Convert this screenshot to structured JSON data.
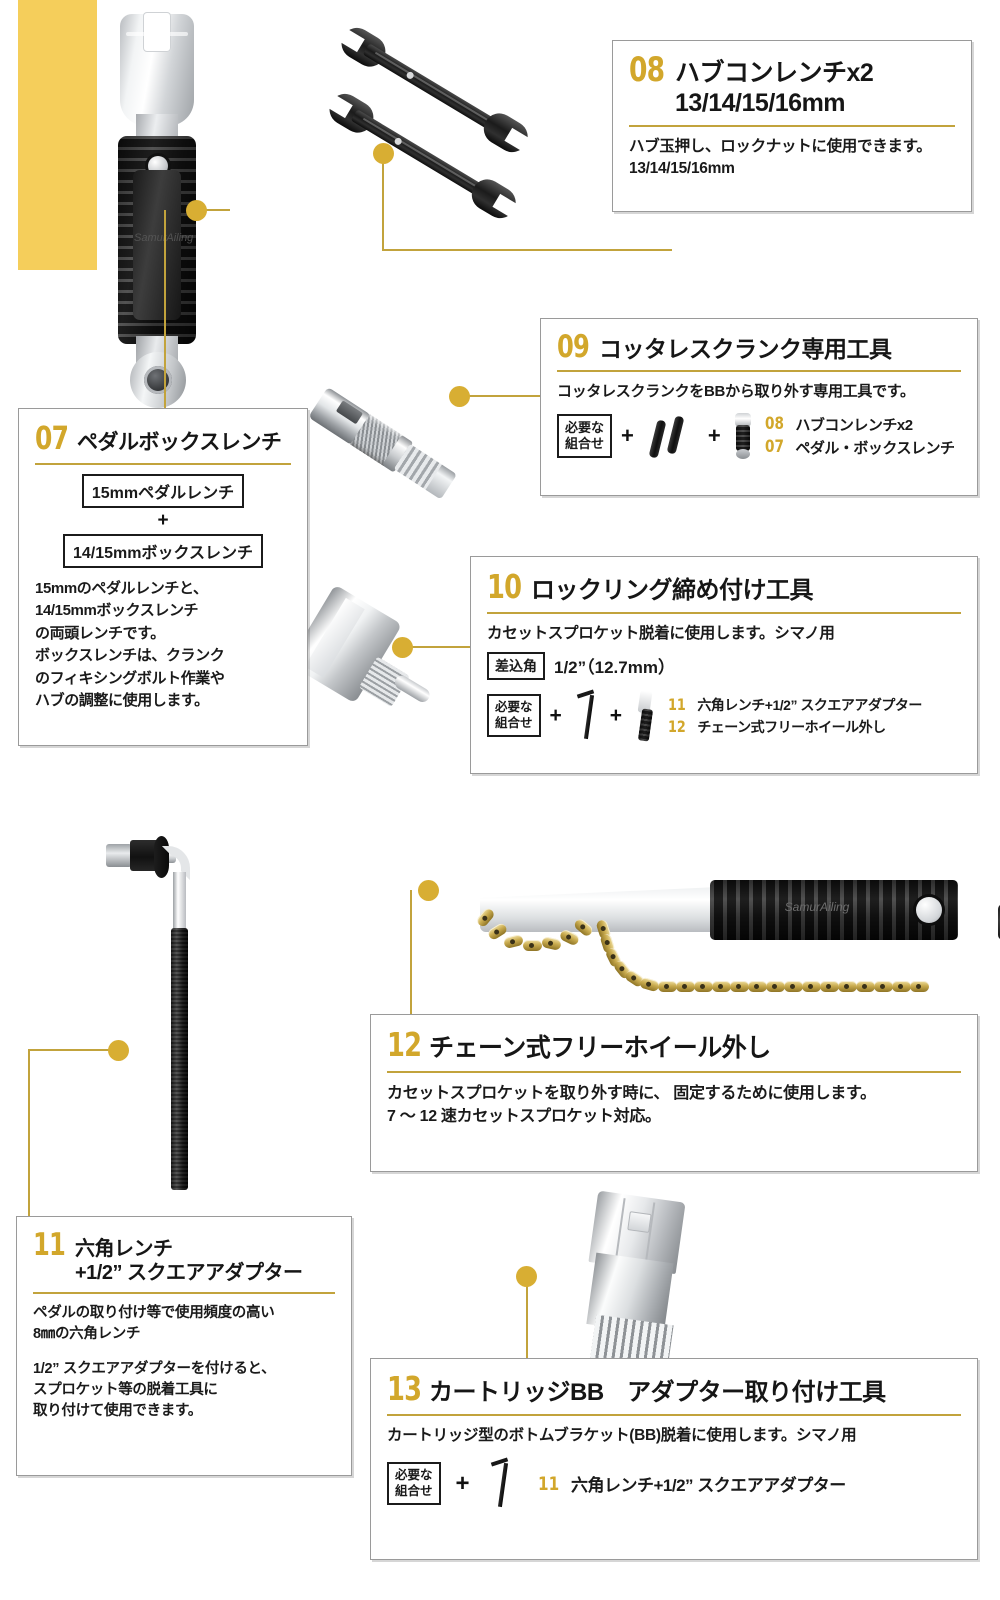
{
  "theme": {
    "gold": "#C2A33C",
    "number_gold": "#D2A72B",
    "accent_bar": "#F5CE5B",
    "text": "#1a1a1a"
  },
  "cards": {
    "c08": {
      "number": "08",
      "title_line1": "ハブコンレンチx2",
      "title_line2": "13/14/15/16mm",
      "desc_line1": "ハブ玉押し、ロックナットに使用できます。",
      "desc_line2": "13/14/15/16mm"
    },
    "c07": {
      "number": "07",
      "title": "ペダルボックスレンチ",
      "chip1": "15mmペダルレンチ",
      "plus": "+",
      "chip2": "14/15mmボックスレンチ",
      "desc_line1": "15mmのペダルレンチと、",
      "desc_line2": "14/15mmボックスレンチ",
      "desc_line3": "の両頭レンチです。",
      "desc_line4": "ボックスレンチは、クランク",
      "desc_line5": "のフィキシングボルト作業や",
      "desc_line6": "ハブの調整に使用します。"
    },
    "c09": {
      "number": "09",
      "title": "コッタレスクランク専用工具",
      "desc": "コッタレスクランクをBBから取り外す専用工具です。",
      "combo_label_line1": "必要な",
      "combo_label_line2": "組合せ",
      "plus": "+",
      "combo_items": [
        {
          "num": "08",
          "text": "ハブコンレンチx2"
        },
        {
          "num": "07",
          "text": "ペダル・ボックスレンチ"
        }
      ]
    },
    "c10": {
      "number": "10",
      "title": "ロックリング締め付け工具",
      "desc": "カセットスプロケット脱着に使用します。シマノ用",
      "spec_label": "差込角",
      "spec_value": "1/2”（12.7mm）",
      "combo_label_line1": "必要な",
      "combo_label_line2": "組合せ",
      "plus": "+",
      "combo_items": [
        {
          "num": "11",
          "text": "六角レンチ+1/2” スクエアアダプター"
        },
        {
          "num": "12",
          "text": "チェーン式フリーホイール外し"
        }
      ]
    },
    "c12": {
      "number": "12",
      "title": "チェーン式フリーホイール外し",
      "desc_line1": "カセットスプロケットを取り外す時に、 固定するために使用します。",
      "desc_line2": "7 ～ 12 速カセットスプロケット対応。"
    },
    "c11": {
      "number": "11",
      "title_line1": "六角レンチ",
      "title_line2": "+1/2” スクエアアダプター",
      "desc_line1": "ペダルの取り付け等で使用頻度の高い",
      "desc_line2": "8㎜の六角レンチ",
      "desc_line3": "1/2” スクエアアダプターを付けると、",
      "desc_line4": "スプロケット等の脱着工具に",
      "desc_line5": "取り付けて使用できます。"
    },
    "c13": {
      "number": "13",
      "title": "カートリッジBB　アダプター取り付け工具",
      "desc": "カートリッジ型のボトムブラケット(BB)脱着に使用します。シマノ用",
      "combo_label_line1": "必要な",
      "combo_label_line2": "組合せ",
      "plus": "+",
      "combo_items": [
        {
          "num": "11",
          "text": "六角レンチ+1/2” スクエアアダプター"
        }
      ]
    }
  },
  "tool_brand": "SamurAiling"
}
